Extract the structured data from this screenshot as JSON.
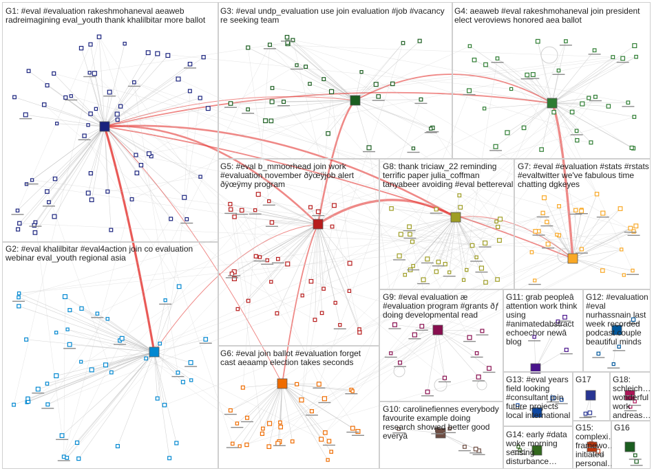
{
  "groups": [
    {
      "id": "G1",
      "label": "G1: #eval #evaluation rakeshmohaneval aeaweb radreimagining eval_youth thank khalilbitar more ballot",
      "color": "#1a237e"
    },
    {
      "id": "G2",
      "label": "G2: #eval khalilbitar #eval4action join co evaluation webinar eval_youth regional asia",
      "color": "#0288d1"
    },
    {
      "id": "G3",
      "label": "G3: #eval undp_evaluation use join evaluation #job #vacancy re seeking team",
      "color": "#1b5e20"
    },
    {
      "id": "G4",
      "label": "G4: aeaweb #eval rakeshmohaneval join president elect veroviews honored aea ballot",
      "color": "#2e7d32"
    },
    {
      "id": "G5",
      "label": "G5: #eval b_mmoorhead join work #evaluation november ðÿœÿjob alert ðÿœÿmy program",
      "color": "#b71c1c"
    },
    {
      "id": "G6",
      "label": "G6: #eval join ballot #evaluation forget cast aeaamp election takes seconds",
      "color": "#ef6c00"
    },
    {
      "id": "G7",
      "label": "G7: #eval #evaluation #stats #rstats #evaltwitter we've fabulous time chatting dgkeyes",
      "color": "#f9a825"
    },
    {
      "id": "G8",
      "label": "G8: thank triciaw_22 reminding terrific paper julia_coffman tanyabeer avoiding #eval bettereval",
      "color": "#9e9d24"
    },
    {
      "id": "G9",
      "label": "G9: #eval evaluation æ #evaluation program #grants ðƒ doing developmental read",
      "color": "#880e4f"
    },
    {
      "id": "G10",
      "label": "G10: carolinefiennes everybody favourite example doing research showed better good everyâ",
      "color": "#6d4c41"
    },
    {
      "id": "G11",
      "label": "G11: grab peopleâ attention work think using #animatedabstract echoechor newâ blog",
      "color": "#4a148c"
    },
    {
      "id": "G12",
      "label": "G12: #evaluation #eval nurhassnain last week recorded podcast couple beautiful minds",
      "color": "#01579b"
    },
    {
      "id": "G13",
      "label": "G13: #eval years field looking #consultant join future projects local international",
      "color": "#0d47a1"
    },
    {
      "id": "G14",
      "label": "G14: early #data woke morning sensing disturbance…",
      "color": "#33691e"
    },
    {
      "id": "G15",
      "label": "G15: complexi… framewo… initiated personal…",
      "color": "#bf360c"
    },
    {
      "id": "G16",
      "label": "G16",
      "color": "#1b5e20"
    },
    {
      "id": "G17",
      "label": "G17",
      "color": "#283593"
    },
    {
      "id": "G18",
      "label": "G18: schleich… wonderful work andreas…",
      "color": "#ad1457"
    }
  ]
}
